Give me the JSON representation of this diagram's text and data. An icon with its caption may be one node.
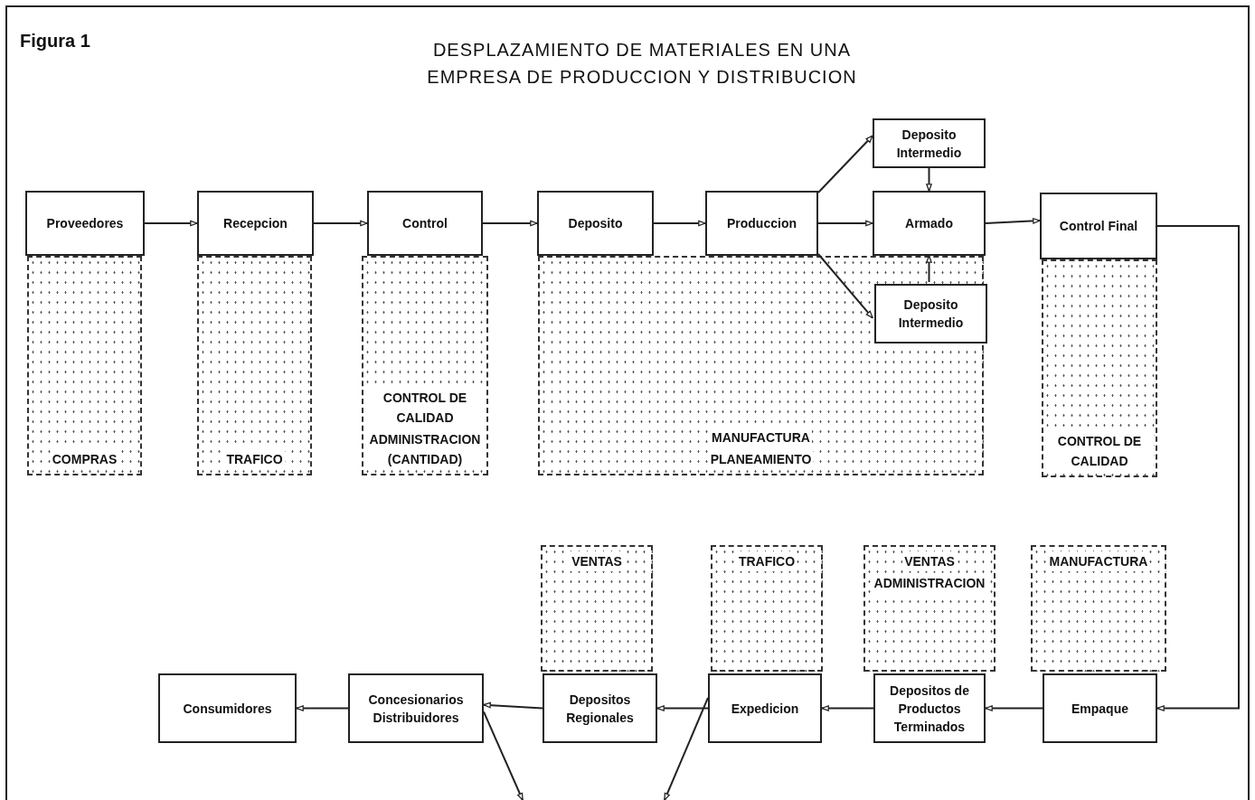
{
  "diagram": {
    "title": "DESPLAZAMIENTO DE MATERIALES EN UNA EMPRESA DE PRODUCCION Y DISTRIBUCION",
    "nodes": [
      {
        "text": [
          "Proveedores"
        ]
      },
      {
        "text": [
          "Recepcion"
        ]
      },
      {
        "text": [
          "Control"
        ]
      },
      {
        "text": [
          "Deposito"
        ]
      },
      {
        "text": [
          "Produccion"
        ]
      },
      {
        "text": [
          "Deposito Intermedio"
        ]
      },
      {
        "text": [
          "Armado"
        ]
      },
      {
        "text": [
          "Control Final"
        ]
      },
      {
        "text": [
          "Deposito Intermedio"
        ],
        "in": 12
      },
      {
        "text": [
          "COMPRAS"
        ]
      },
      {
        "text": [
          "TRAFICO"
        ]
      },
      {
        "text": [
          "CONTROL DE CALIDAD",
          "ADMINISTRACION (CANTIDAD)"
        ]
      },
      {
        "text": [
          "MANUFACTURA",
          "PLANEAMIENTO"
        ]
      },
      {
        "text": [
          "CONTROL DE CALIDAD"
        ]
      },
      {
        "text": [
          "VENTAS"
        ]
      },
      {
        "text": [
          "TRAFICO"
        ]
      },
      {
        "text": [
          "VENTAS",
          "ADMINISTRACION"
        ]
      },
      {
        "text": [
          "MANUFACTURA"
        ]
      },
      {
        "text": [
          "Consumidores"
        ]
      },
      {
        "text": [
          "Concesionarios Distribuidores"
        ]
      },
      {
        "text": [
          "Depositos Regionales"
        ]
      },
      {
        "text": [
          "Expedicion"
        ]
      },
      {
        "text": [
          "Depositos de Productos Terminados"
        ]
      },
      {
        "text": [
          "Empaque"
        ]
      }
    ],
    "edges": [
      {
        "from": 0,
        "to": 1,
        "arrow": "to"
      },
      {
        "from": 1,
        "to": 2,
        "arrow": "to"
      },
      {
        "from": 2,
        "to": 3,
        "arrow": "to"
      },
      {
        "from": 3,
        "to": 4,
        "arrow": "to"
      },
      {
        "from": 4,
        "to": 5,
        "arrow": "to"
      },
      {
        "from": 4,
        "to": 6,
        "arrow": "to"
      },
      {
        "from": 4,
        "to": 8,
        "arrow": "to"
      },
      {
        "from": 5,
        "to": 6,
        "arrow": "to"
      },
      {
        "from": 8,
        "to": 6,
        "arrow": "to"
      },
      {
        "from": 6,
        "to": 7,
        "arrow": "to"
      },
      {
        "from": 7,
        "to": 23,
        "arrow": "to"
      },
      {
        "from": 23,
        "to": 22,
        "arrow": "to"
      },
      {
        "from": 22,
        "to": 21,
        "arrow": "to"
      },
      {
        "from": 21,
        "to": 20,
        "arrow": "to"
      },
      {
        "from": 20,
        "to": 19,
        "arrow": "to"
      },
      {
        "from": 19,
        "to": 18,
        "arrow": "to"
      },
      {
        "from": 19,
        "to": null,
        "arrow": "to"
      },
      {
        "from": 21,
        "to": null,
        "arrow": "to"
      }
    ],
    "labels": [
      "Figura 1"
    ]
  }
}
